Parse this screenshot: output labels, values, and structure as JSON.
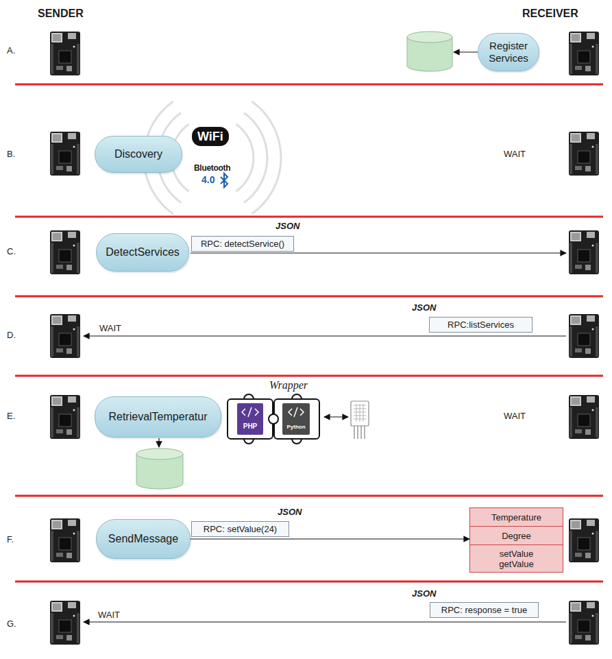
{
  "diagram": {
    "nodes": [
      {
        "text": [
          "Register Services"
        ]
      },
      {
        "text": [
          "Discovery"
        ]
      },
      {
        "text": [
          "DetectServices"
        ]
      },
      {
        "text": [
          "RPC: detectService()"
        ]
      },
      {
        "text": [
          "RPC:listServices"
        ]
      },
      {
        "text": [
          "RetrievalTemperatur"
        ]
      },
      {
        "text": [
          "SendMessage"
        ]
      },
      {
        "text": [
          "RPC: setValue(24)"
        ]
      },
      {
        "text": [
          "Temperature",
          "Degree",
          "setValue getValue"
        ]
      },
      {
        "text": [
          "RPC: response = true"
        ]
      }
    ],
    "edges": [
      {
        "from": 6,
        "to": 8,
        "arrow": "to"
      }
    ],
    "labels": [
      "SENDER",
      "RECEIVER",
      "A.",
      "B.",
      "WiFi",
      "Bluetooth",
      "4.0",
      "WAIT",
      "C.",
      "JSON",
      "D.",
      "JSON",
      "WAIT",
      "E.",
      "Wrapper",
      "PHP",
      "Python",
      "WAIT",
      "F.",
      "JSON",
      "G.",
      "JSON",
      "WAIT"
    ]
  }
}
